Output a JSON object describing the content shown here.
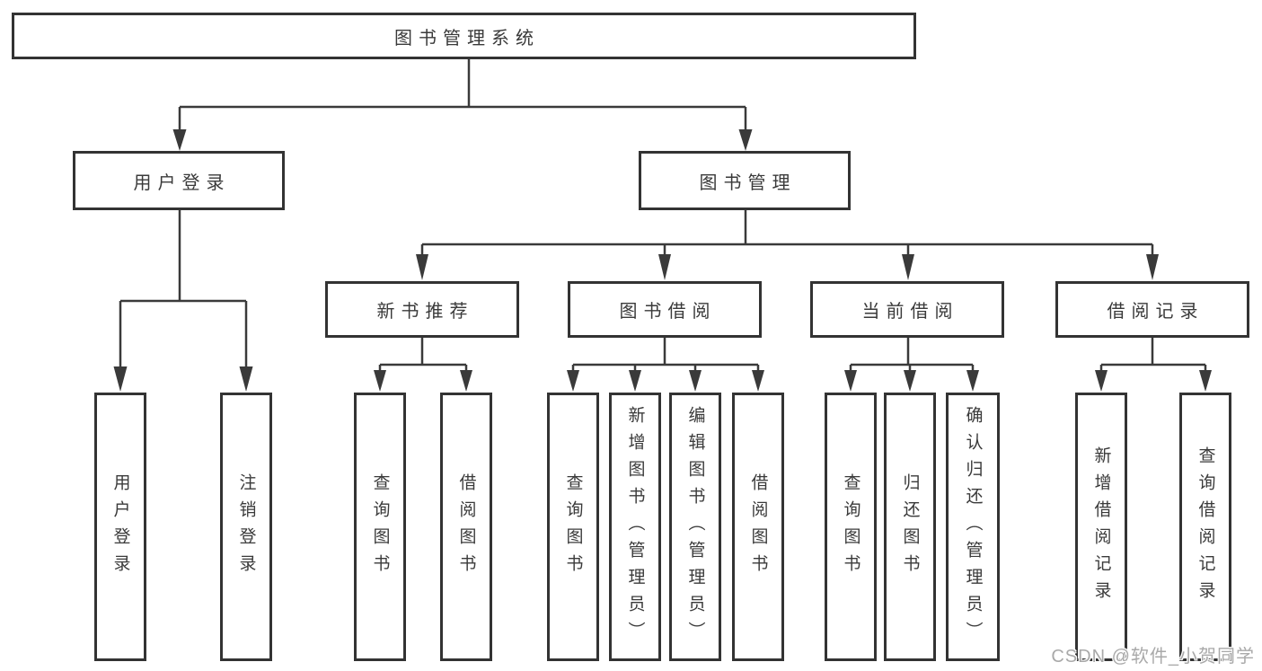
{
  "tree": {
    "root": {
      "label": "图书管理系统",
      "children": [
        {
          "label": "用户登录",
          "children": [
            {
              "label": "用户登录"
            },
            {
              "label": "注销登录"
            }
          ]
        },
        {
          "label": "图书管理",
          "children": [
            {
              "label": "新书推荐",
              "children": [
                {
                  "label": "查询图书"
                },
                {
                  "label": "借阅图书"
                }
              ]
            },
            {
              "label": "图书借阅",
              "children": [
                {
                  "label": "查询图书"
                },
                {
                  "label": "新增图书（管理员）"
                },
                {
                  "label": "编辑图书（管理员）"
                },
                {
                  "label": "借阅图书"
                }
              ]
            },
            {
              "label": "当前借阅",
              "children": [
                {
                  "label": "查询图书"
                },
                {
                  "label": "归还图书"
                },
                {
                  "label": "确认归还（管理员）"
                }
              ]
            },
            {
              "label": "借阅记录",
              "children": [
                {
                  "label": "新增借阅记录"
                },
                {
                  "label": "查询借阅记录"
                }
              ]
            }
          ]
        }
      ]
    }
  },
  "watermark": {
    "text": "CSDN @软件_小贺同学"
  },
  "colors": {
    "line": "#3a3a3a",
    "box_border": "#333333",
    "text": "#3a3a3a",
    "watermark": "#a9a9a9",
    "background": "#ffffff"
  }
}
